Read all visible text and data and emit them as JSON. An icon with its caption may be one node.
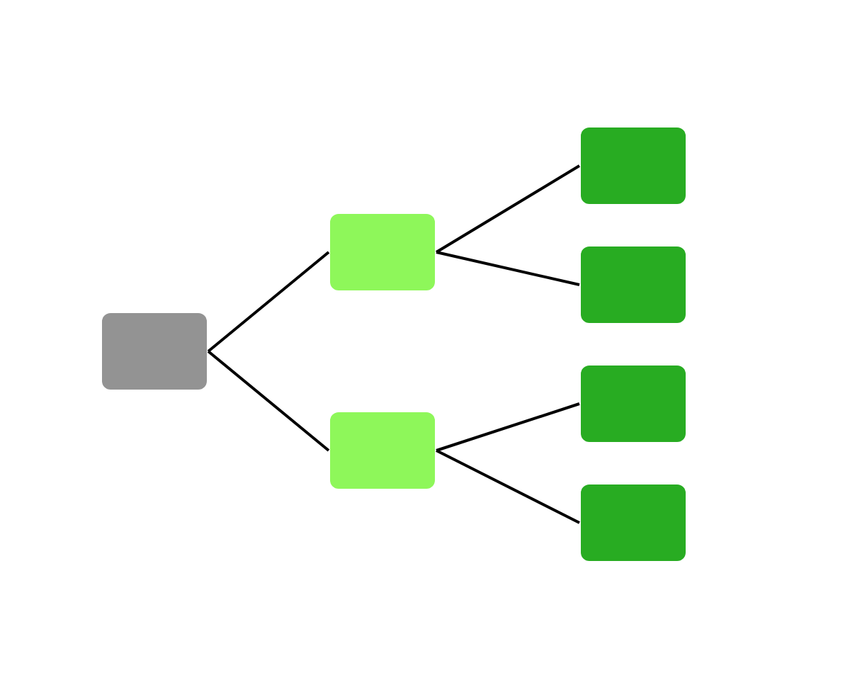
{
  "diagram": {
    "nodes": [
      {
        "text": [],
        "shape": "box"
      },
      {
        "text": [],
        "shape": "box"
      },
      {
        "text": [],
        "shape": "box"
      },
      {
        "text": [],
        "shape": "box"
      },
      {
        "text": [],
        "shape": "box"
      },
      {
        "text": [],
        "shape": "box"
      },
      {
        "text": [],
        "shape": "box"
      }
    ],
    "edges": [
      {
        "from": 0,
        "to": 1,
        "arrow": "none"
      },
      {
        "from": 0,
        "to": 2,
        "arrow": "none"
      },
      {
        "from": 1,
        "to": 3,
        "arrow": "none"
      },
      {
        "from": 1,
        "to": 4,
        "arrow": "none"
      },
      {
        "from": 2,
        "to": 5,
        "arrow": "none"
      },
      {
        "from": 2,
        "to": 6,
        "arrow": "none"
      }
    ]
  }
}
